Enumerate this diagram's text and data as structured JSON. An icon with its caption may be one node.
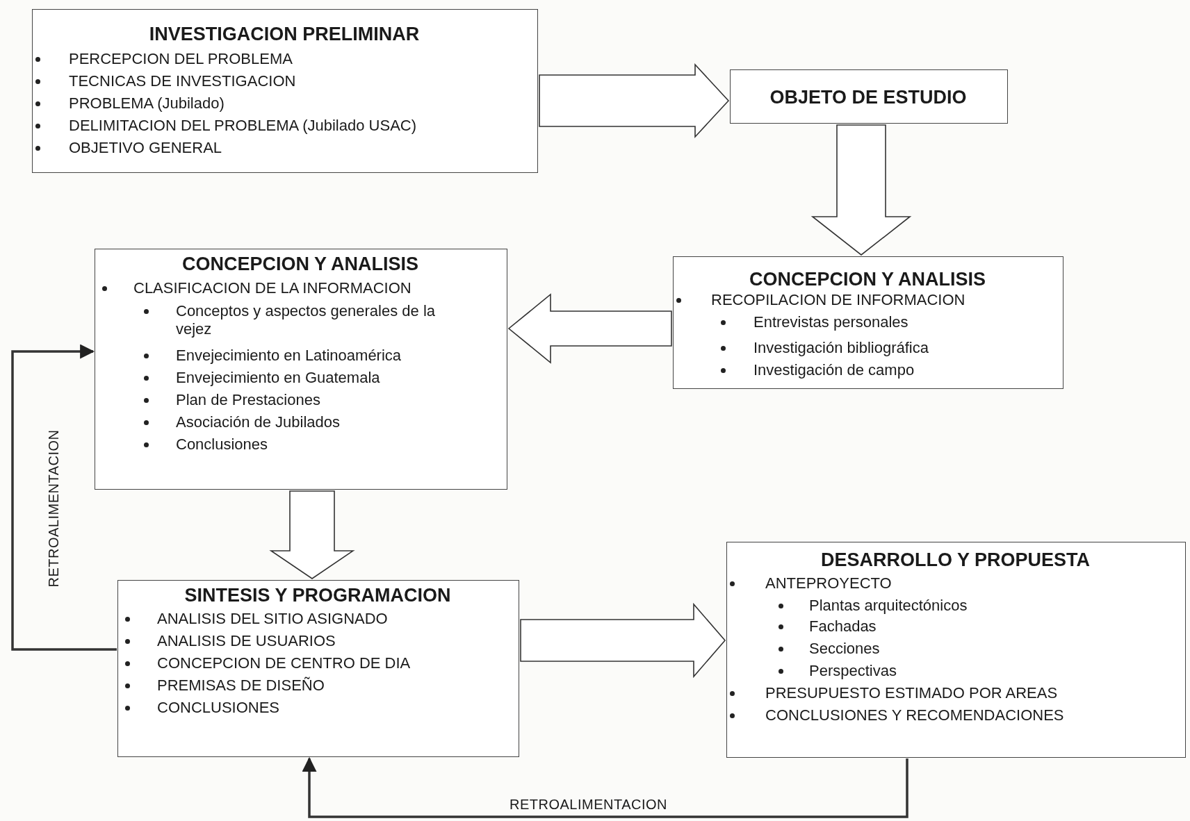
{
  "diagram": {
    "nodes": [
      {
        "text": [
          "INVESTIGACION  PRELIMINAR",
          "PERCEPCION DEL PROBLEMA",
          "TECNICAS DE INVESTIGACION",
          "PROBLEMA (Jubilado)",
          "DELIMITACION DEL PROBLEMA (Jubilado USAC)",
          "OBJETIVO GENERAL"
        ]
      },
      {
        "text": [
          "OBJETO DE ESTUDIO"
        ]
      },
      {
        "text": [
          "CONCEPCION Y ANALISIS",
          "RECOPILACION DE INFORMACION",
          "Entrevistas personales",
          "Investigación bibliográfica",
          "Investigación de campo"
        ]
      },
      {
        "text": [
          "CONCEPCION Y ANALISIS",
          "CLASIFICACION DE LA INFORMACION",
          "Conceptos y aspectos generales de la vejez",
          "Envejecimiento en Latinoamérica",
          "Envejecimiento en Guatemala",
          "Plan de Prestaciones",
          "Asociación de Jubilados",
          "Conclusiones"
        ]
      },
      {
        "text": [
          "SINTESIS Y PROGRAMACION",
          "ANALISIS DEL SITIO ASIGNADO",
          "ANALISIS DE USUARIOS",
          "CONCEPCION DE CENTRO DE DIA",
          "PREMISAS DE DISEÑO",
          "CONCLUSIONES"
        ]
      },
      {
        "text": [
          "DESARROLLO Y PROPUESTA",
          "ANTEPROYECTO",
          "Plantas arquitectónicos",
          "Fachadas",
          "Secciones",
          "Perspectivas",
          "PRESUPUESTO ESTIMADO POR AREAS",
          "CONCLUSIONES Y RECOMENDACIONES"
        ]
      }
    ],
    "edges": [
      {
        "from": 0,
        "to": 1,
        "arrow": "to",
        "style": "thick"
      },
      {
        "from": 1,
        "to": 2,
        "arrow": "to",
        "style": "thick"
      },
      {
        "from": 2,
        "to": 3,
        "arrow": "to",
        "style": "thick"
      },
      {
        "from": 3,
        "to": 4,
        "arrow": "to",
        "style": "thick"
      },
      {
        "from": 4,
        "to": 5,
        "arrow": "to",
        "style": "thick"
      },
      {
        "from": 4,
        "to": 3,
        "arrow": "to",
        "label": "RETROALIMENTACION"
      },
      {
        "from": 5,
        "to": 4,
        "arrow": "to",
        "label": "RETROALIMENTACION"
      }
    ]
  }
}
